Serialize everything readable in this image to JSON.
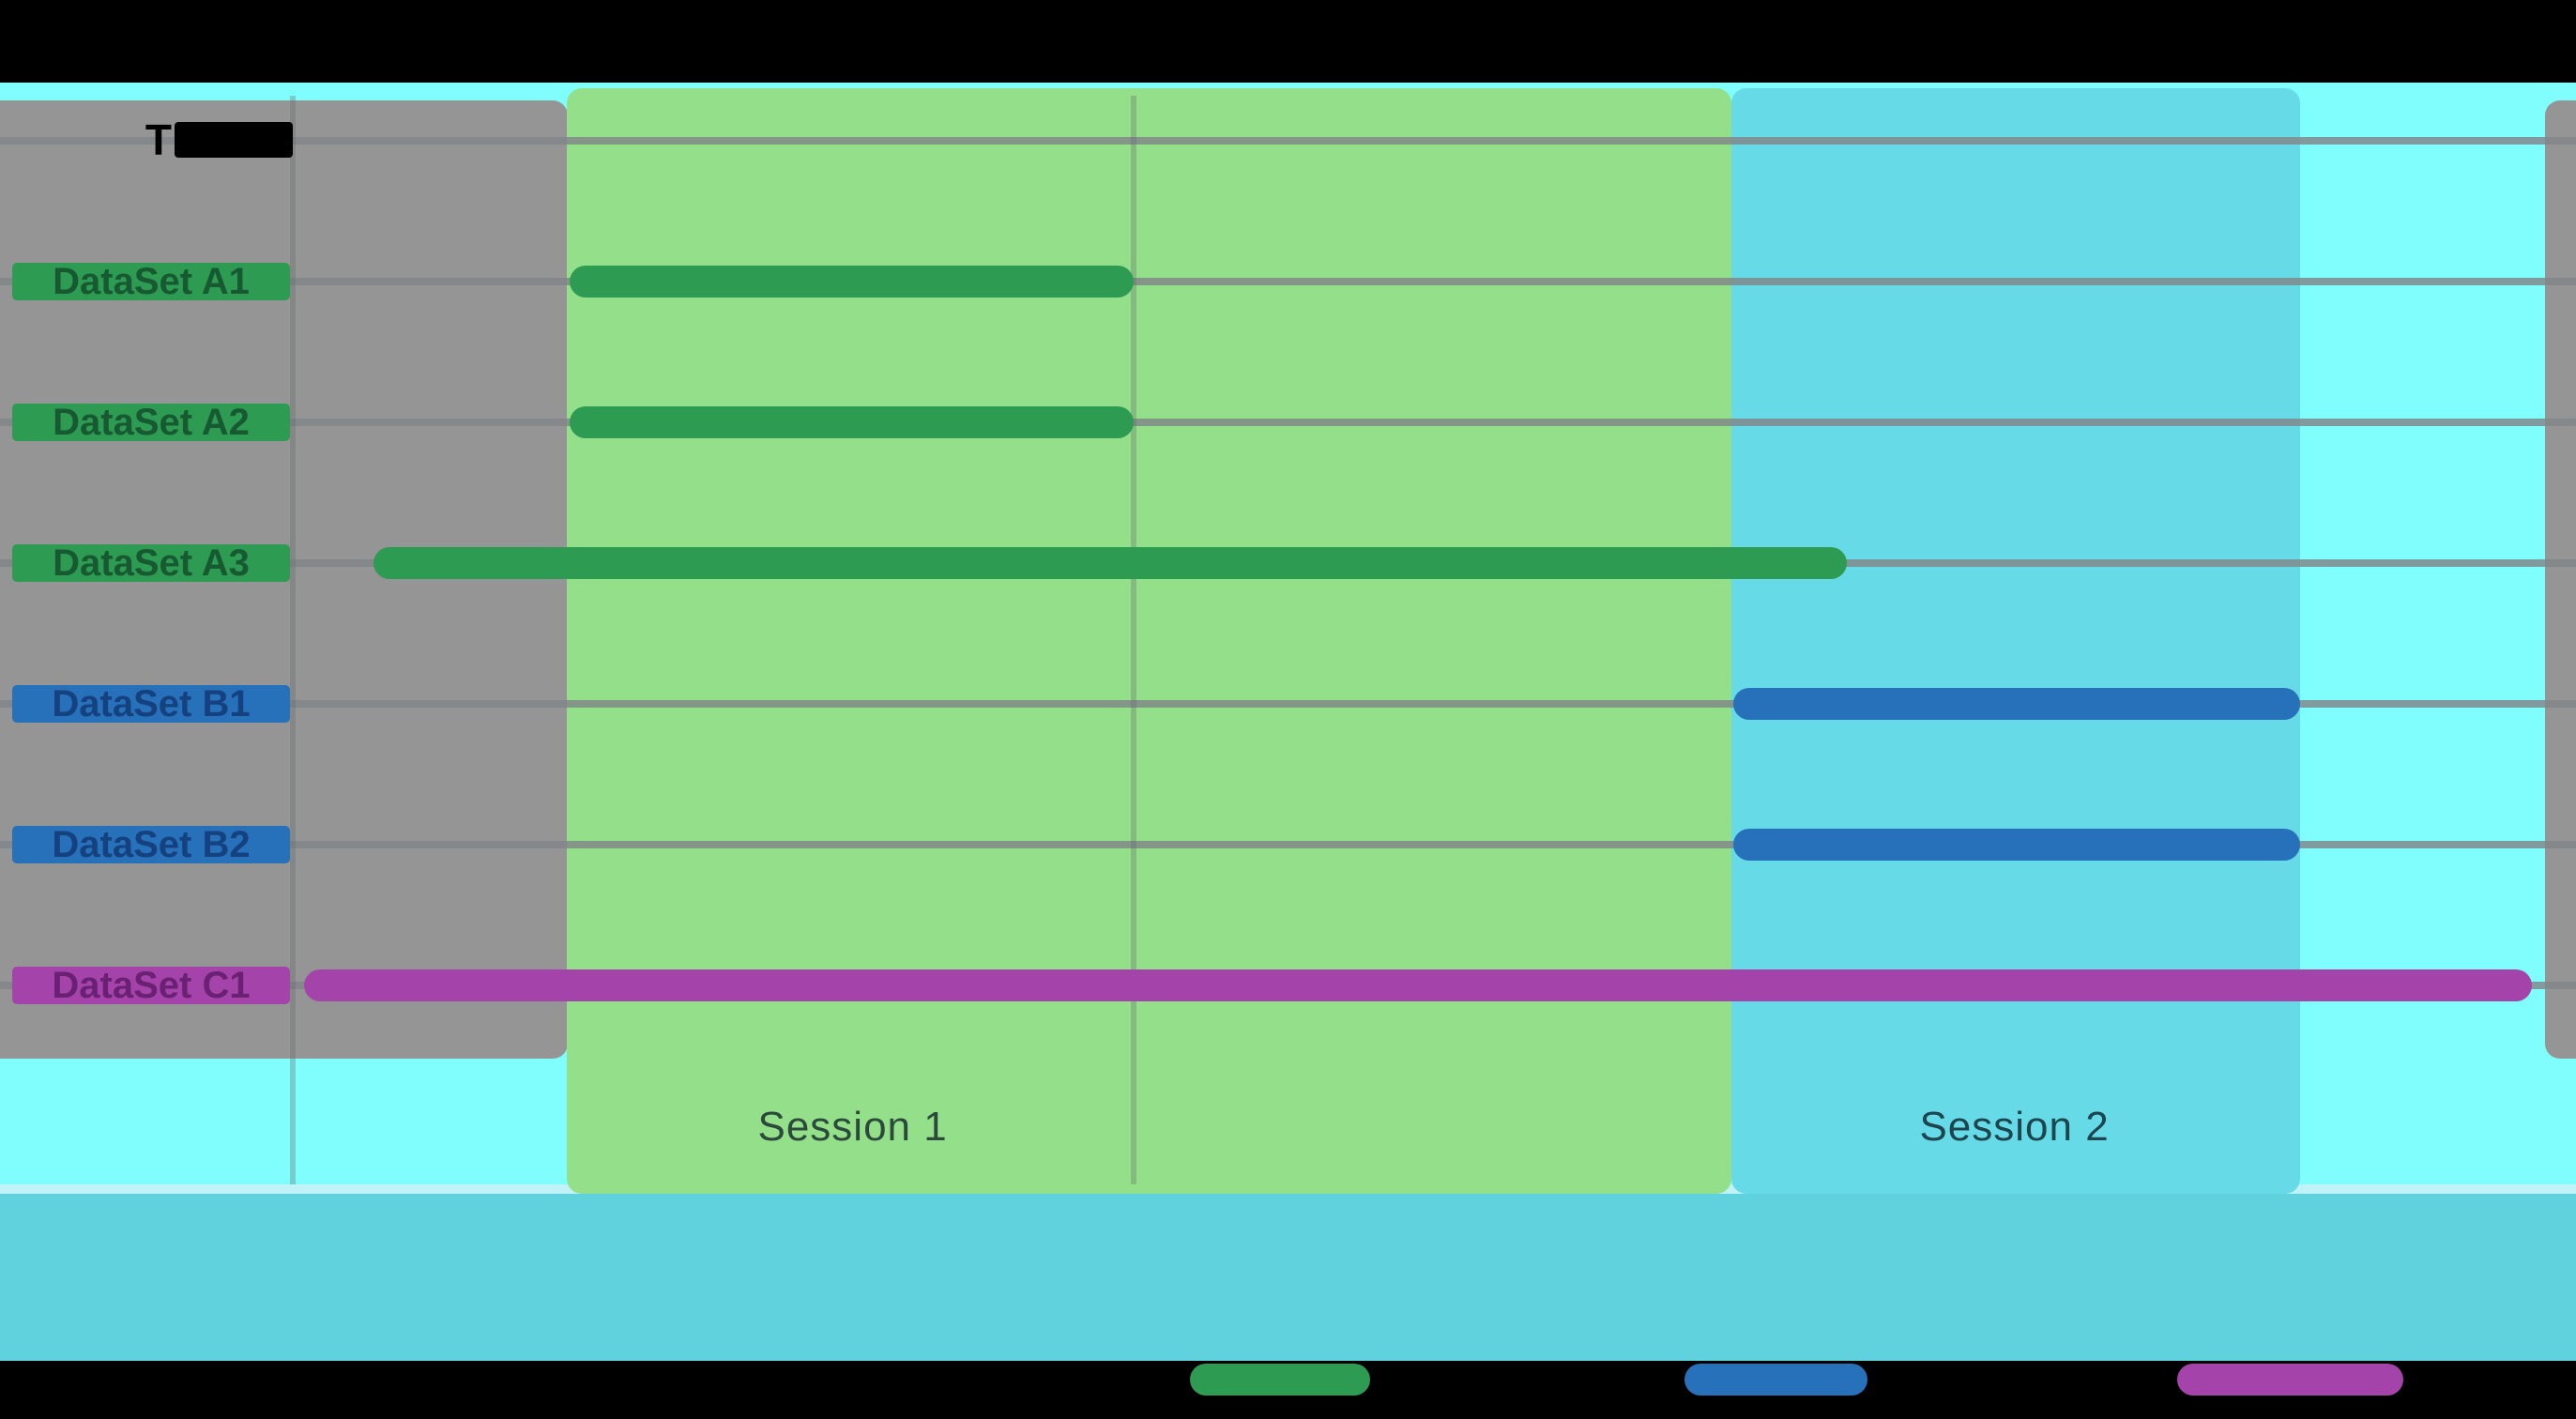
{
  "figure": {
    "background": "#000000",
    "plot_background": "#7FFEFD",
    "offrange_color": "#959595",
    "bottom_band_color": "#5FD2DE",
    "grid_color": "#828587"
  },
  "y_axis": {
    "header": {
      "visible_text": "T",
      "masked": true
    },
    "tick_labels": [
      {
        "label": "DataSet A1",
        "bg": "#2E9B53",
        "text_color": "#175A32"
      },
      {
        "label": "DataSet A2",
        "bg": "#2E9B53",
        "text_color": "#175A32"
      },
      {
        "label": "DataSet A3",
        "bg": "#2E9B53",
        "text_color": "#175A32"
      },
      {
        "label": "DataSet B1",
        "bg": "#2671BA",
        "text_color": "#15427F"
      },
      {
        "label": "DataSet B2",
        "bg": "#2671BA",
        "text_color": "#15427F"
      },
      {
        "label": "DataSet C1",
        "bg": "#A444AB",
        "text_color": "#6B2173"
      }
    ]
  },
  "chart_data": {
    "type": "gantt",
    "x_unit": "percent_of_plot_width",
    "x_axis_labels_visible": false,
    "grid": true,
    "rows": [
      {
        "label": "DataSet A1",
        "group": "A",
        "color": "#2E9B53",
        "start": 22.1,
        "end": 44.0
      },
      {
        "label": "DataSet A2",
        "group": "A",
        "color": "#2E9B53",
        "start": 22.1,
        "end": 44.0
      },
      {
        "label": "DataSet A3",
        "group": "A",
        "color": "#2E9B53",
        "start": 14.5,
        "end": 71.7
      },
      {
        "label": "DataSet B1",
        "group": "B",
        "color": "#2671BA",
        "start": 67.3,
        "end": 89.3
      },
      {
        "label": "DataSet B2",
        "group": "B",
        "color": "#2671BA",
        "start": 67.3,
        "end": 89.3
      },
      {
        "label": "DataSet C1",
        "group": "C",
        "color": "#A444AB",
        "start": 11.8,
        "end": 98.3
      }
    ],
    "bands": [
      {
        "label": "Session 1",
        "color": "#94E08A",
        "text_color": "#2B4A3C",
        "start": 22.0,
        "end": 67.2,
        "label_x_pct": 33.1
      },
      {
        "label": "Session 2",
        "color": "#67DAE7",
        "text_color": "#1C454E",
        "start": 67.2,
        "end": 89.3,
        "label_x_pct": 78.2
      }
    ],
    "offrange_regions_pct": [
      {
        "side": "left",
        "start": 0.0,
        "end": 22.0
      },
      {
        "side": "right",
        "start": 98.8,
        "end": 100.0
      }
    ],
    "vgrid_pct": [
      11.35,
      44.0
    ]
  },
  "legend": {
    "labels_visible": false,
    "swatches": [
      {
        "name": "group-a-green",
        "color": "#2E9B53",
        "start": 46.2,
        "end": 53.2
      },
      {
        "name": "group-b-blue",
        "color": "#2671BA",
        "start": 65.4,
        "end": 72.5
      },
      {
        "name": "group-c-purple",
        "color": "#A444AB",
        "start": 84.5,
        "end": 93.3
      }
    ]
  }
}
